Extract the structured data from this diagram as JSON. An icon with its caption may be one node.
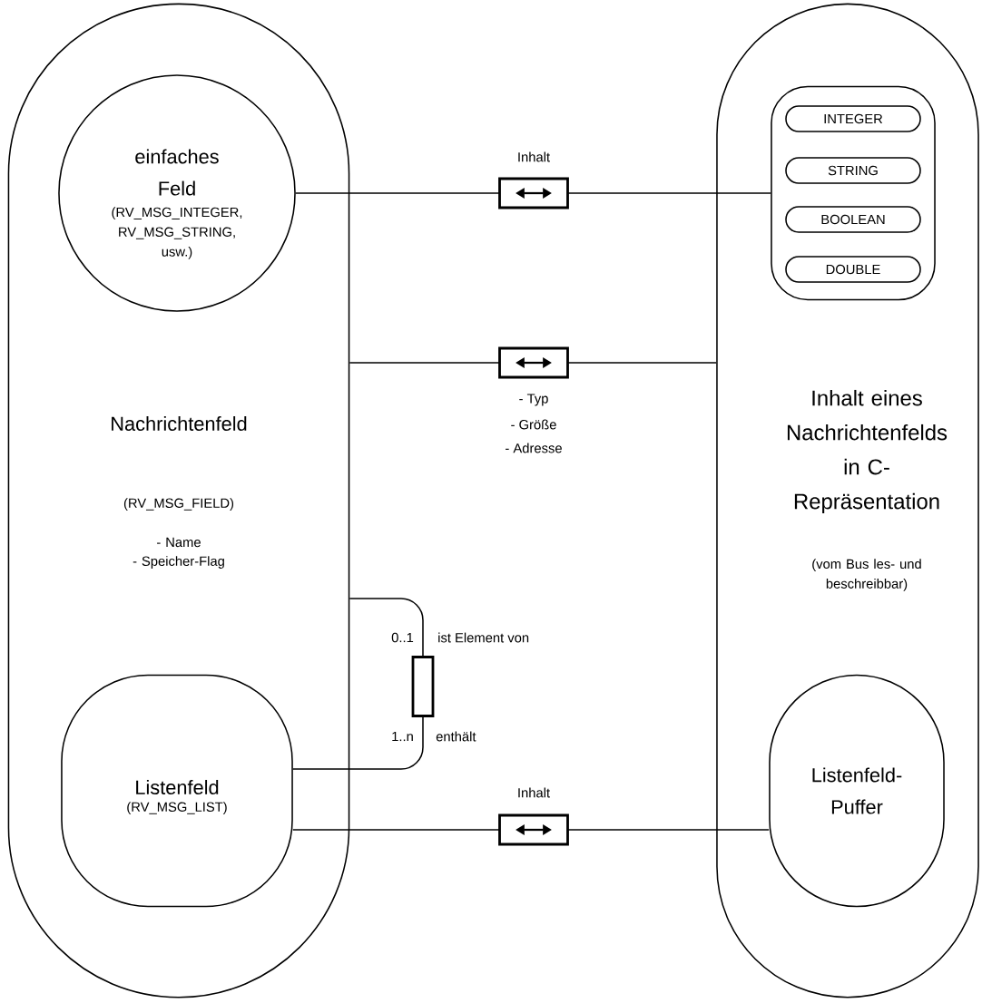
{
  "diagram": {
    "nodes": [
      {
        "text": [
          "Nachrichtenfeld",
          "(RV_MSG_FIELD)",
          "- Name",
          "- Speicher-Flag"
        ]
      },
      {
        "text": [
          "einfaches Feld",
          "(RV_MSG_INTEGER, RV_MSG_STRING, usw.)"
        ],
        "in": 0
      },
      {
        "text": [
          "Listenfeld",
          "(RV_MSG_LIST)"
        ],
        "in": 0
      },
      {
        "text": [
          "Inhalt eines Nachrichtenfelds in C-Repräsentation",
          "(vom Bus les- und beschreibbar)"
        ]
      },
      {
        "text": [],
        "shape": "box",
        "in": 3
      },
      {
        "text": [
          "INTEGER"
        ],
        "in": 4
      },
      {
        "text": [
          "STRING"
        ],
        "in": 4
      },
      {
        "text": [
          "BOOLEAN"
        ],
        "in": 4
      },
      {
        "text": [
          "DOUBLE"
        ],
        "in": 4
      },
      {
        "text": [
          "Listenfeld- Puffer"
        ],
        "in": 3
      }
    ],
    "edges": [
      {
        "from": 1,
        "to": 4,
        "arrow": "none",
        "label": "Inhalt"
      },
      {
        "from": 0,
        "to": 3,
        "arrow": "none"
      },
      {
        "from": 2,
        "to": 9,
        "arrow": "none",
        "label": "Inhalt"
      },
      {
        "from": 0,
        "to": 2,
        "arrow": "none",
        "label": "ist Element von"
      }
    ],
    "labels": [
      "- Typ",
      "- Größe",
      "- Adresse",
      "0..1",
      "1..n",
      "enthält"
    ]
  }
}
